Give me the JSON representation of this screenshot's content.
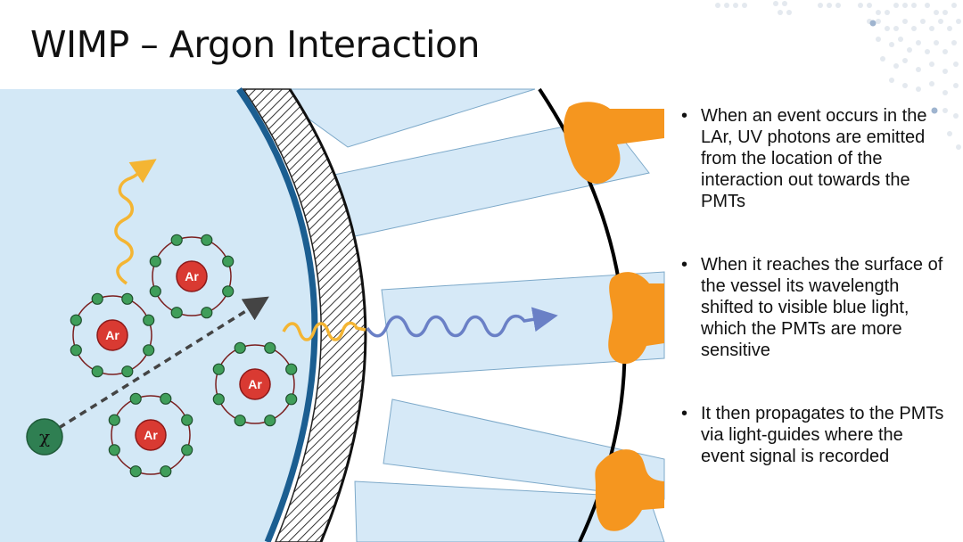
{
  "slide": {
    "title": "WIMP – Argon Interaction"
  },
  "diagram": {
    "atom_label": "Ar",
    "wimp_label": "χ",
    "colors": {
      "liquid_argon": "#d3e8f6",
      "light_guide": "#d6e9f7",
      "vessel_wall": "#1b5e91",
      "nucleus": "#d93a32",
      "electron": "#3f9e5a",
      "wimp": "#2f7f52",
      "uv_photon": "#f4b533",
      "visible_photon": "#6a80c6",
      "pmt": "#f5961f",
      "outer_shell": "#000000"
    },
    "icons": [
      "argon-atom",
      "wimp-particle",
      "uv-photon-wave",
      "visible-photon-wave",
      "pmt",
      "light-guide"
    ]
  },
  "bullets": [
    {
      "marker": "•",
      "text": "When an event occurs in the LAr, UV photons are emitted from the location of the interaction out towards the PMTs"
    },
    {
      "marker": "•",
      "text": "When it reaches the surface of the vessel its wavelength shifted to visible blue light, which the PMTs are more sensitive"
    },
    {
      "marker": "•",
      "text": "It then propagates to the PMTs via light-guides where the event signal is recorded"
    }
  ]
}
